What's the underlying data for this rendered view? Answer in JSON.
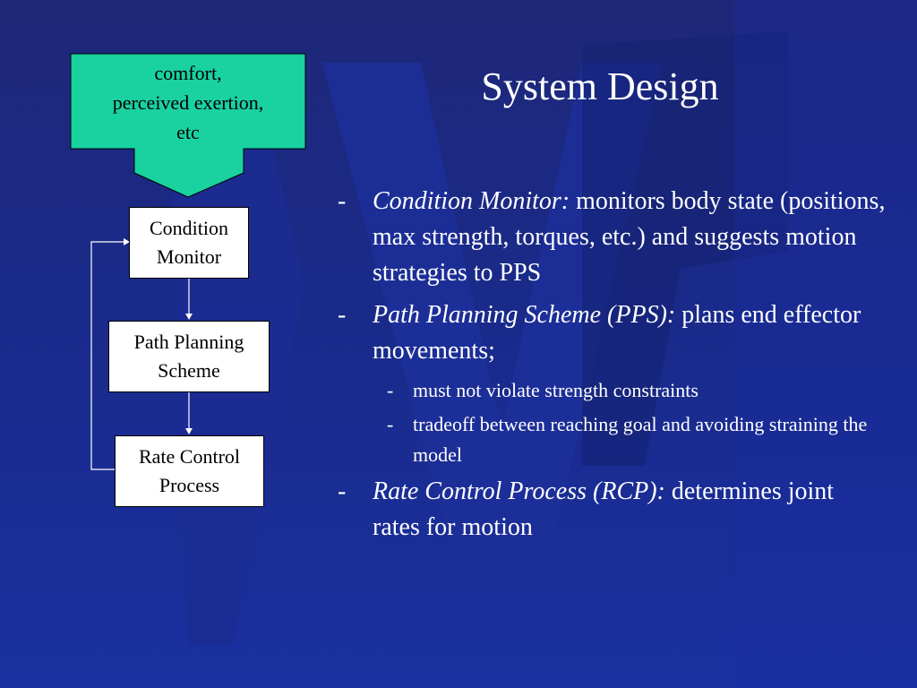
{
  "slide": {
    "title": "System Design",
    "colors": {
      "background": "#1a2a8a",
      "text": "#ffffff",
      "input_arrow_fill": "#19d2a0",
      "node_fill": "#ffffff"
    }
  },
  "diagram": {
    "input": {
      "line1": "comfort,",
      "line2": "perceived exertion,",
      "line3": "etc"
    },
    "nodes": [
      {
        "line1": "Condition",
        "line2": "Monitor"
      },
      {
        "line1": "Path Planning",
        "line2": "Scheme"
      },
      {
        "line1": "Rate Control",
        "line2": "Process"
      }
    ]
  },
  "bullets": [
    {
      "marker": "-",
      "italic": "Condition Monitor:",
      "text": " monitors body state (positions, max strength, torques, etc.) and suggests motion strategies to  PPS",
      "sub": []
    },
    {
      "marker": "-",
      "italic": "Path Planning Scheme (PPS):",
      "text": " plans end effector movements;",
      "sub": [
        {
          "marker": "-",
          "text": "must not violate strength constraints"
        },
        {
          "marker": "-",
          "text": "tradeoff between reaching goal and avoiding straining the model"
        }
      ]
    },
    {
      "marker": "-",
      "italic": "Rate Control Process (RCP):",
      "text": " determines joint rates for motion",
      "sub": []
    }
  ]
}
